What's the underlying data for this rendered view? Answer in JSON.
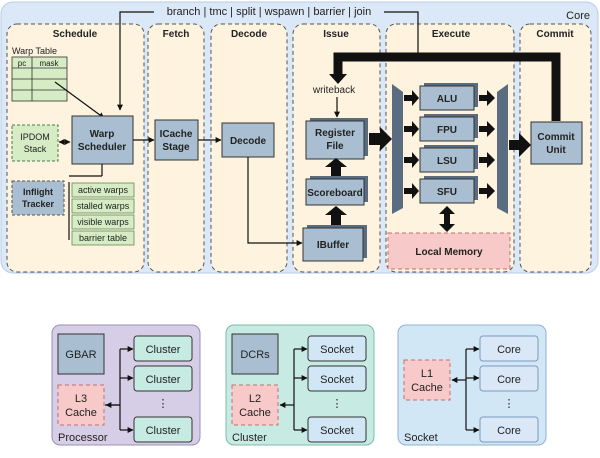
{
  "core": {
    "label": "Core",
    "top_signals": "branch | tmc | split | wspawn | barrier | join",
    "stages": {
      "schedule": "Schedule",
      "fetch": "Fetch",
      "decode": "Decode",
      "issue": "Issue",
      "execute": "Execute",
      "commit": "Commit"
    },
    "warp_table": {
      "title": "Warp Table",
      "col_pc": "pc",
      "col_mask": "mask"
    },
    "ipdom": [
      "IPDOM",
      "Stack"
    ],
    "inflight": [
      "Inflight",
      "Tracker"
    ],
    "warp_scheduler": [
      "Warp",
      "Scheduler"
    ],
    "warp_lists": [
      "active warps",
      "stalled warps",
      "visible warps",
      "barrier table"
    ],
    "icache": [
      "ICache",
      "Stage"
    ],
    "decode_block": "Decode",
    "writeback": "writeback",
    "register_file": [
      "Register",
      "File"
    ],
    "scoreboard": "Scoreboard",
    "ibuffer": "IBuffer",
    "units": [
      "ALU",
      "FPU",
      "LSU",
      "SFU"
    ],
    "local_memory": "Local Memory",
    "commit_unit": [
      "Commit",
      "Unit"
    ]
  },
  "processor": {
    "label": "Processor",
    "gbar": "GBAR",
    "l3": [
      "L3",
      "Cache"
    ],
    "items": [
      "Cluster",
      "Cluster",
      "⋮",
      "Cluster"
    ]
  },
  "cluster": {
    "label": "Cluster",
    "dcrs": "DCRs",
    "l2": [
      "L2",
      "Cache"
    ],
    "items": [
      "Socket",
      "Socket",
      "⋮",
      "Socket"
    ]
  },
  "socket": {
    "label": "Socket",
    "l1": [
      "L1",
      "Cache"
    ],
    "items": [
      "Core",
      "Core",
      "⋮",
      "Core"
    ]
  },
  "colors": {
    "core_bg": "#dbe8f7",
    "stage_bg": "#fdf3df",
    "block": "#a9bfd1",
    "list_green": "#d6ecc4",
    "mem_pink": "#f8c9c9",
    "processor_bg": "#d6cde6",
    "cluster_bg": "#c7ebe3",
    "socket_bg": "#d2e7f6",
    "core_item": "#d9e7f7"
  }
}
